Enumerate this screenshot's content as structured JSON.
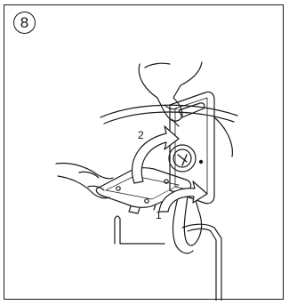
{
  "figure": {
    "step_number": "8",
    "callouts": [
      {
        "id": "step-1",
        "text": "1"
      },
      {
        "id": "step-2",
        "text": "2"
      }
    ]
  },
  "colors": {
    "line": "#1a1a1a",
    "arrow_fill": "#ffffff",
    "background": "#ffffff"
  }
}
